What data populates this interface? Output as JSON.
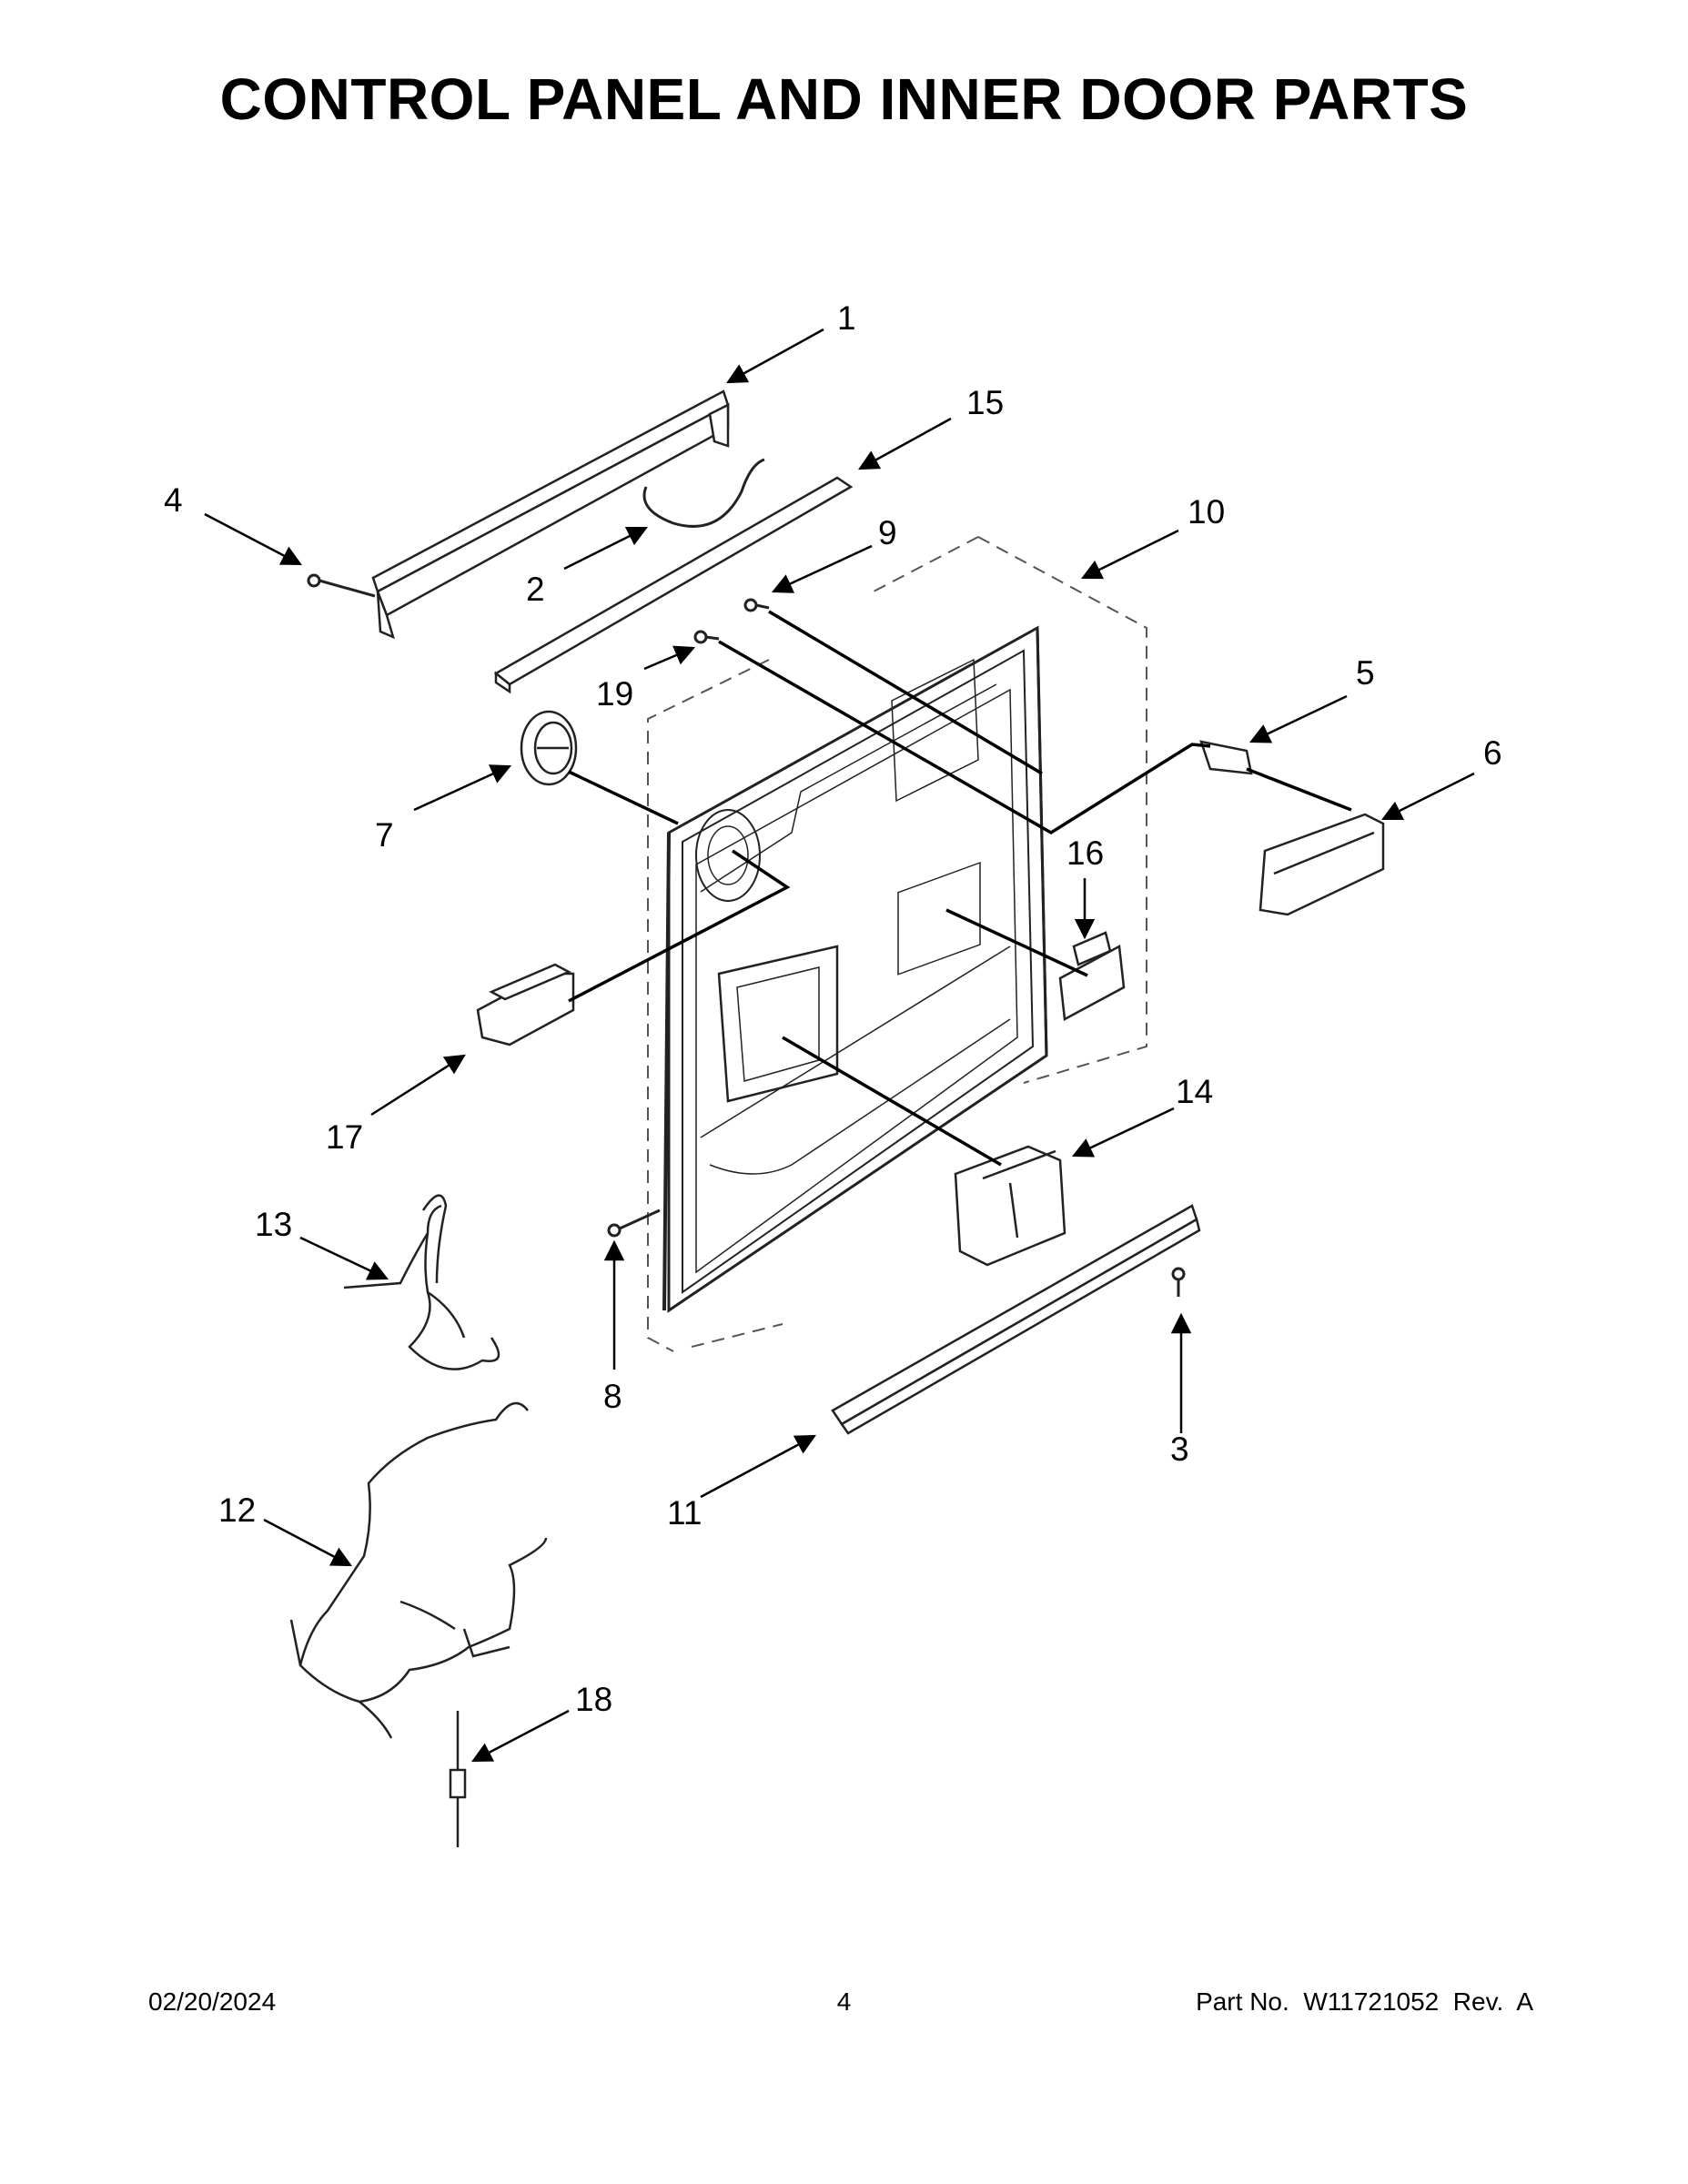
{
  "title": "CONTROL PANEL AND INNER DOOR PARTS",
  "callouts": {
    "c1": "1",
    "c2": "2",
    "c3": "3",
    "c4": "4",
    "c5": "5",
    "c6": "6",
    "c7": "7",
    "c8": "8",
    "c9": "9",
    "c10": "10",
    "c11": "11",
    "c12": "12",
    "c13": "13",
    "c14": "14",
    "c15": "15",
    "c16": "16",
    "c17": "17",
    "c18": "18",
    "c19": "19"
  },
  "footer": {
    "date": "02/20/2024",
    "page": "4",
    "part": "Part No.  W11721052  Rev.  A"
  }
}
